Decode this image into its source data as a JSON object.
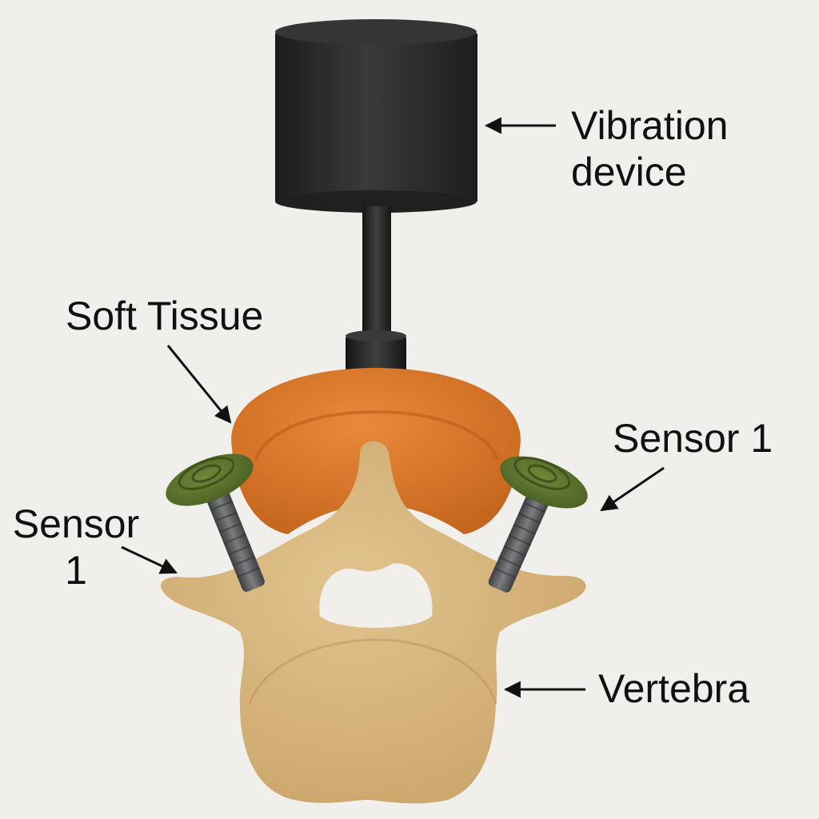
{
  "labels": {
    "vibration_device": {
      "line1": "Vibration",
      "line2": "device"
    },
    "soft_tissue": "Soft Tissue",
    "sensor_right": "Sensor 1",
    "sensor_left": {
      "line1": "Sensor",
      "line2": "1"
    },
    "vertebra": "Vertebra"
  },
  "colors": {
    "background": "#f1efeb",
    "device": "#2a2a2a",
    "soft_tissue": "#d9772a",
    "bone": "#d8b77f",
    "sensor_cap": "#5f7530",
    "sensor_screw": "#5a5c5e",
    "text": "#111111"
  },
  "icons": [
    "vibration-device-icon",
    "soft-tissue-icon",
    "vertebra-icon",
    "sensor-icon"
  ]
}
